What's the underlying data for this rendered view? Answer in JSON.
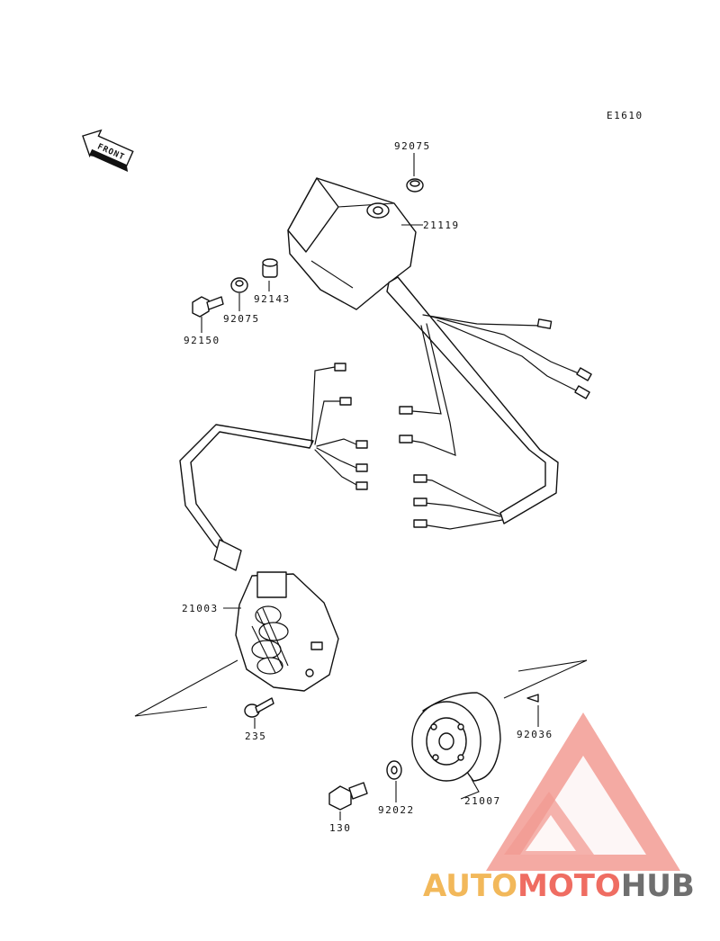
{
  "diagram": {
    "code": "E1610",
    "front_label": "FRONT",
    "parts": [
      {
        "num": "92075",
        "name": "grommet-top"
      },
      {
        "num": "21119",
        "name": "cdi-unit"
      },
      {
        "num": "92143",
        "name": "collar"
      },
      {
        "num": "92075",
        "name": "grommet-left"
      },
      {
        "num": "92150",
        "name": "bolt-cdi"
      },
      {
        "num": "21003",
        "name": "stator"
      },
      {
        "num": "235",
        "name": "screw"
      },
      {
        "num": "92036",
        "name": "key"
      },
      {
        "num": "21007",
        "name": "rotor"
      },
      {
        "num": "92022",
        "name": "washer"
      },
      {
        "num": "130",
        "name": "flange-bolt"
      }
    ]
  },
  "watermark": {
    "part1": "AUTO",
    "part2": "MOTO",
    "part3": "HUB",
    "colors": {
      "auto": "#f2b85a",
      "moto": "#ef6d62",
      "hub": "#6f6f6f",
      "logo": "#f08a80"
    }
  }
}
